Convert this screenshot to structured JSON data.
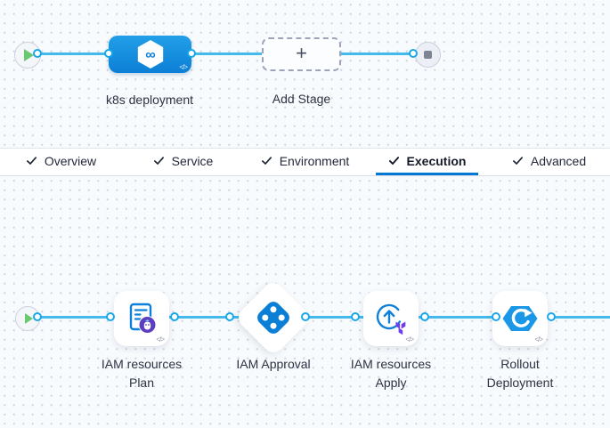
{
  "stage_pipeline": {
    "stage_label": "k8s deployment",
    "stage_icon_glyph": "∞",
    "add_stage_label": "Add Stage",
    "add_stage_plus": "+"
  },
  "misc": {
    "code_icon": "</>"
  },
  "tabs": [
    {
      "label": "Overview",
      "active": false
    },
    {
      "label": "Service",
      "active": false
    },
    {
      "label": "Environment",
      "active": false
    },
    {
      "label": "Execution",
      "active": true
    },
    {
      "label": "Advanced",
      "active": false
    }
  ],
  "execution_steps": [
    {
      "label": "IAM resources Plan",
      "icon": "terraform-plan-icon",
      "shape": "card"
    },
    {
      "label": "IAM Approval",
      "icon": "approval-icon",
      "shape": "diamond"
    },
    {
      "label": "IAM resources Apply",
      "icon": "terraform-apply-icon",
      "shape": "card"
    },
    {
      "label": "Rollout Deployment",
      "icon": "rollout-deployment-icon",
      "shape": "card"
    }
  ],
  "colors": {
    "connector_line": "#45b8ec",
    "connector_dot_border": "#18a7e8",
    "stage_node_gradient_top": "#229fe8",
    "stage_node_gradient_bottom": "#0c7fd6",
    "active_tab_underline": "#0278d5",
    "play_icon_green": "#68c96f",
    "stop_icon_gray": "#7e8494",
    "icon_blue": "#0f80da",
    "icon_purple": "#5b3fc0",
    "terraform_purple": "#6d3df0",
    "rollout_hex_blue": "#1a97e6"
  }
}
